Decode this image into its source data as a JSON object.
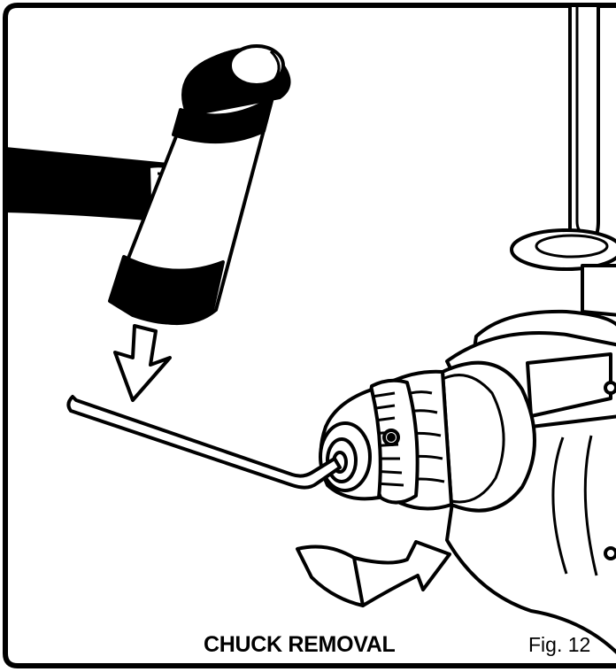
{
  "figure": {
    "caption": "CHUCK REMOVAL",
    "figure_label": "Fig. 12",
    "illustration_parts": [
      "mallet",
      "mallet-strike-arrow",
      "hex-key",
      "drill-chuck",
      "drill-press-head",
      "rotation-arrow"
    ],
    "colors": {
      "ink": "#000000",
      "paper": "#ffffff"
    }
  }
}
